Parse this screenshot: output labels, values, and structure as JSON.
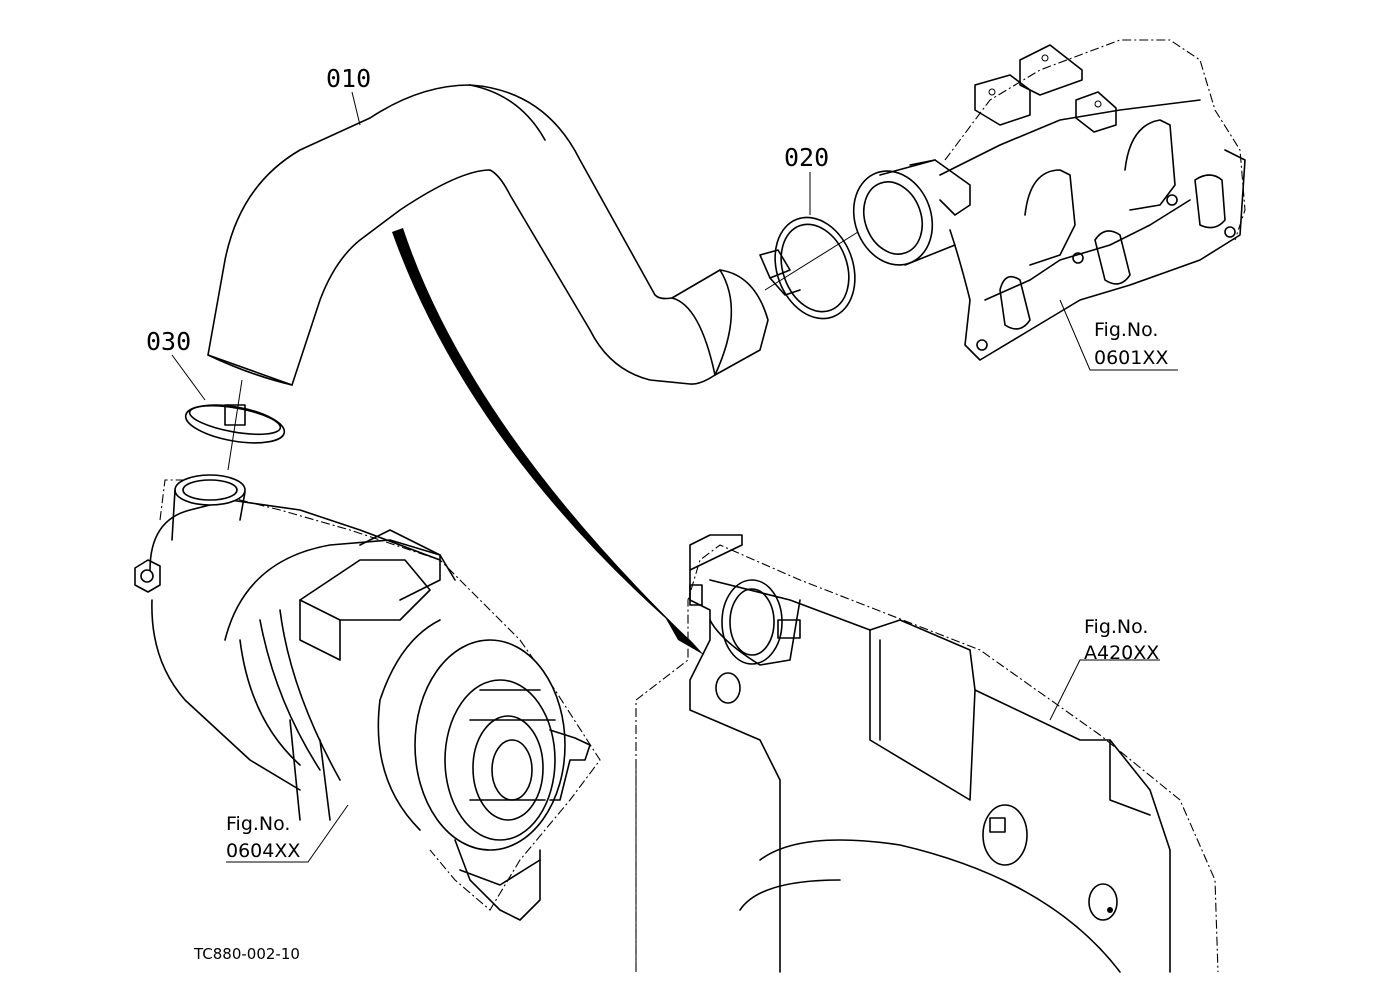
{
  "parts": {
    "hose": {
      "number": "010"
    },
    "clamp_upper": {
      "number": "020"
    },
    "clamp_lower": {
      "number": "030"
    }
  },
  "references": {
    "intake_manifold": {
      "label": "Fig.No.",
      "code": "0601XX"
    },
    "fan_shroud": {
      "label": "Fig.No.",
      "code": "A420XX"
    },
    "air_cleaner": {
      "label": "Fig.No.",
      "code": "0604XX"
    }
  },
  "drawing_id": "TC880-002-10"
}
